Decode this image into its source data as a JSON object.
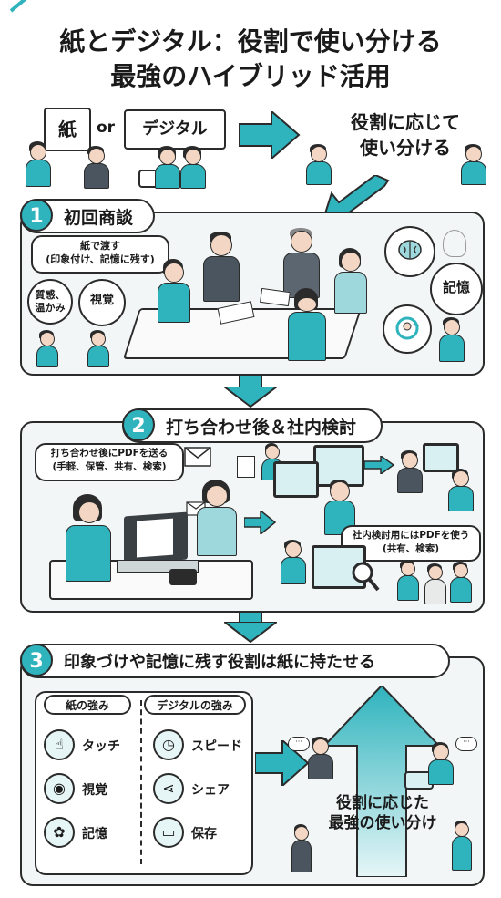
{
  "title": {
    "line1": "紙とデジタル：役割で使い分ける",
    "line2": "最強のハイブリッド活用"
  },
  "top": {
    "paper_chip": "紙",
    "or": "or",
    "digital_chip": "デジタル",
    "role_text_line1": "役割に応じて",
    "role_text_line2": "使い分ける"
  },
  "section1": {
    "number": "1",
    "heading": "初回商談",
    "bubble_line1": "紙で渡す",
    "bubble_line2": "(印象付け、記憶に残す)",
    "bubble_texture_line1": "質感、",
    "bubble_texture_line2": "温かみ",
    "bubble_visual": "視覚",
    "bubble_memory": "記憶"
  },
  "section2": {
    "number": "2",
    "heading": "打ち合わせ後＆社内検討",
    "bubble_pdf_line1": "打ち合わせ後にPDFを送る",
    "bubble_pdf_line2": "(手軽、保管、共有、検索)",
    "bubble_internal_line1": "社内検討用にはPDFを使う",
    "bubble_internal_line2": "(共有、検索)"
  },
  "section3": {
    "number": "3",
    "heading": "印象づけや記憶に残す役割は紙に持たせる",
    "paper_strengths_label": "紙の強み",
    "digital_strengths_label": "デジタルの強み",
    "paper_strengths": [
      {
        "label": "タッチ",
        "icon": "touch-icon"
      },
      {
        "label": "視覚",
        "icon": "eye-icon"
      },
      {
        "label": "記憶",
        "icon": "brain-icon"
      }
    ],
    "digital_strengths": [
      {
        "label": "スピード",
        "icon": "stopwatch-icon"
      },
      {
        "label": "シェア",
        "icon": "share-icon"
      },
      {
        "label": "保存",
        "icon": "folder-icon"
      }
    ],
    "result_line1": "役割に応じた",
    "result_line2": "最強の使い分け"
  },
  "colors": {
    "accent": "#2fb3bd",
    "outline": "#2b2b2b",
    "panel_bg": "#f3f6f6"
  }
}
